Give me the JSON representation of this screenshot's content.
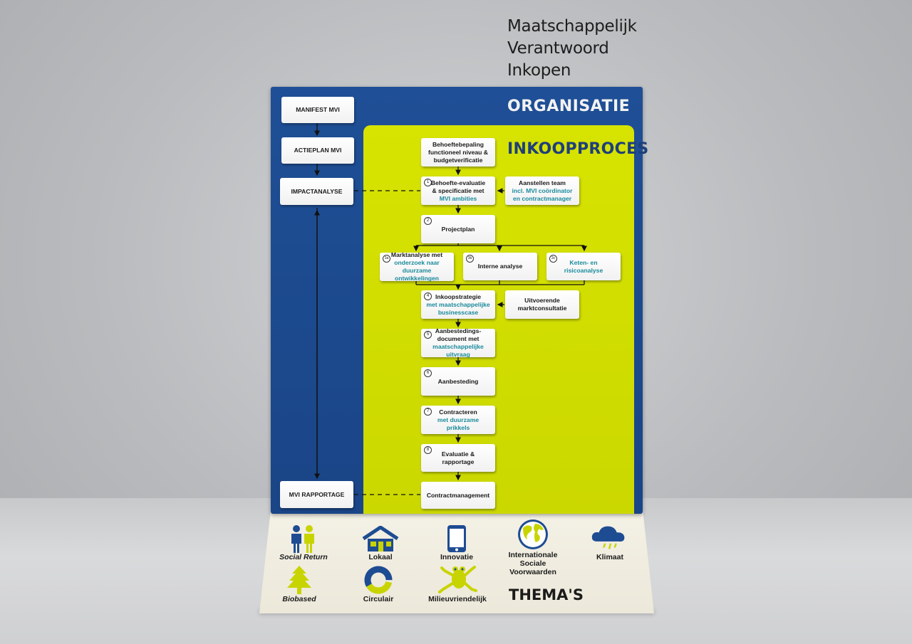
{
  "title_lines": [
    "Maatschappelijk",
    "Verantwoord",
    "Inkopen"
  ],
  "organisatie": {
    "title": "ORGANISATIE",
    "boxes": {
      "manifest": "MANIFEST MVI",
      "actieplan": "ACTIEPLAN MVI",
      "impact": "IMPACTANALYSE",
      "rapportage": "MVI RAPPORTAGE"
    }
  },
  "inkoopproces": {
    "title": "INKOOPPROCES",
    "behoefte": [
      "Behoeftebepaling",
      "functioneel niveau &",
      "budgetverificatie"
    ],
    "step1": {
      "num": "1",
      "lines": [
        "Behoefte-evaluatie",
        "& specificatie met"
      ],
      "highlight": "MVI ambities"
    },
    "team": {
      "lines": [
        "Aanstellen team"
      ],
      "highlight": [
        "incl. MVI coördinator",
        "en contractmanager"
      ]
    },
    "step2": {
      "num": "2",
      "label": "Projectplan"
    },
    "step3a": {
      "num": "3a",
      "lines": [
        "Marktanalyse met"
      ],
      "highlight": [
        "onderzoek naar",
        "duurzame ontwikkelingen"
      ]
    },
    "step3b": {
      "num": "3b",
      "label": "Interne analyse"
    },
    "step3c": {
      "num": "3c",
      "highlight": [
        "Keten- en",
        "risicoanalyse"
      ]
    },
    "step4": {
      "num": "4",
      "lines": [
        "Inkoopstrategie"
      ],
      "highlight": [
        "met maatschappelijke",
        "businesscase"
      ]
    },
    "consult": [
      "Uitvoerende",
      "marktconsultatie"
    ],
    "step5": {
      "num": "5",
      "lines": [
        "Aanbestedings-",
        "document met"
      ],
      "highlight": [
        "maatschappelijke uitvraag"
      ]
    },
    "step6": {
      "num": "6",
      "label": "Aanbesteding"
    },
    "step7": {
      "num": "7",
      "lines": [
        "Contracteren"
      ],
      "highlight": [
        "met duurzame",
        "prikkels"
      ]
    },
    "step8": {
      "num": "8",
      "lines": [
        "Evaluatie &",
        "rapportage"
      ]
    },
    "contractmanagement": "Contractmanagement"
  },
  "themes": {
    "title": "THEMA'S",
    "items": [
      {
        "label": "Social Return",
        "icon": "people-icon"
      },
      {
        "label": "Lokaal",
        "icon": "house-icon"
      },
      {
        "label": "Innovatie",
        "icon": "tablet-icon"
      },
      {
        "label": "Internationale Sociale Voorwaarden",
        "lines": [
          "Internationale",
          "Sociale",
          "Voorwaarden"
        ],
        "icon": "globe-icon"
      },
      {
        "label": "Klimaat",
        "icon": "cloud-icon"
      },
      {
        "label": "Biobased",
        "icon": "tree-icon"
      },
      {
        "label": "Circulair",
        "icon": "cycle-icon"
      },
      {
        "label": "Milieuvriendelijk",
        "icon": "frog-icon"
      }
    ]
  },
  "colors": {
    "board_blue": "#1f4f96",
    "panel_lime": "#d7e300",
    "highlight_teal": "#1a8a9c",
    "icon_blue": "#1e4c92",
    "icon_lime": "#c8d400"
  }
}
